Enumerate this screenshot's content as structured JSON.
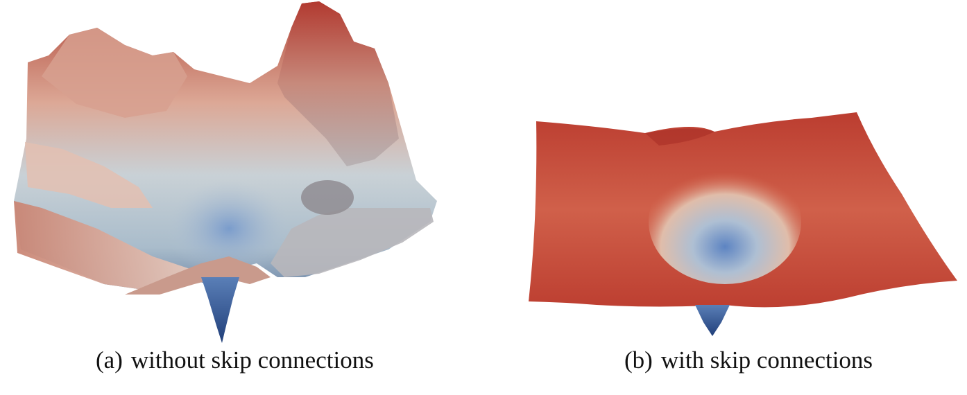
{
  "figure": {
    "panels": [
      {
        "label": "(a)",
        "caption": "without skip connections"
      },
      {
        "label": "(b)",
        "caption": "with skip connections"
      }
    ],
    "colors": {
      "high": "#b2332e",
      "mid": "#e9d6cc",
      "low": "#2c4f8e",
      "text": "#111111"
    }
  }
}
